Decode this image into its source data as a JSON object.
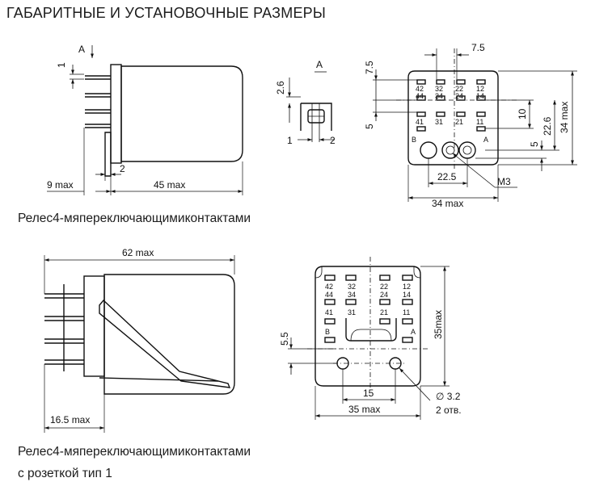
{
  "heading": "ГАБАРИТНЫЕ И УСТАНОВОЧНЫЕ РАЗМЕРЫ",
  "caption1": "Релес4-мяпереключающимиконтактами",
  "caption2_line1": "Релес4-мяпереключающимиконтактами",
  "caption2_line2": "с розеткой тип 1",
  "fig1": {
    "view_label": "А",
    "dim_1": "1",
    "dim_2": "2",
    "dim_9max": "9 max",
    "dim_45max": "45 max"
  },
  "fig2": {
    "view_label": "А",
    "dim_26": "2.6",
    "dim_1": "1",
    "dim_2": "2"
  },
  "fig3": {
    "dim_75_top": "7.5",
    "dim_75_left": "7.5",
    "dim_5_left": "5",
    "dim_10": "10",
    "dim_226": "22.6",
    "dim_34max_v": "34 max",
    "dim_5_right": "5",
    "dim_225": "22.5",
    "dim_34max_h": "34 max",
    "thread": "М3",
    "label_b": "В",
    "label_a": "А",
    "pins_row1": [
      "42",
      "32",
      "22",
      "12"
    ],
    "pins_row2": [
      "44",
      "34",
      "24",
      "14"
    ],
    "pins_row3": [
      "41",
      "31",
      "21",
      "11"
    ]
  },
  "fig4": {
    "dim_62max": "62 max",
    "dim_165max": "16.5 max"
  },
  "fig5": {
    "pins_row1": [
      "42",
      "32",
      "22",
      "12"
    ],
    "pins_row2": [
      "44",
      "34",
      "24",
      "14"
    ],
    "pins_row3": [
      "41",
      "31",
      "21",
      "11"
    ],
    "label_b": "В",
    "label_a": "А",
    "dim_55": "5.5",
    "dim_35max_v": "35max",
    "dim_15": "15",
    "dim_35max_h": "35 max",
    "dim_hole": "∅ 3.2",
    "dim_holes_count": "2 отв."
  }
}
